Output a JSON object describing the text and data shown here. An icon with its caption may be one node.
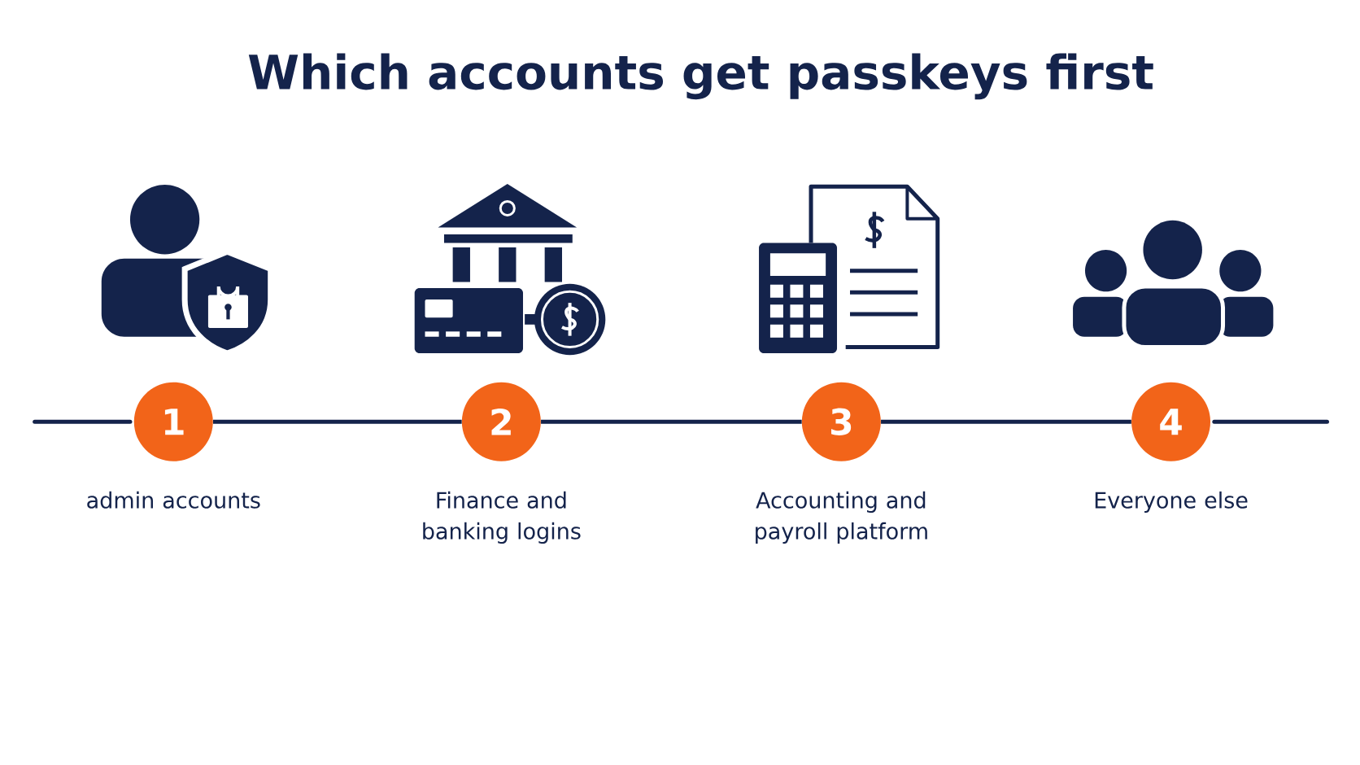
{
  "diagram": {
    "title": "Which accounts get passkeys first",
    "nodes": [
      {
        "text": [
          "1"
        ],
        "beside": [
          "admin accounts"
        ]
      },
      {
        "text": [
          "2"
        ],
        "beside": [
          "Finance and banking logins"
        ]
      },
      {
        "text": [
          "3"
        ],
        "beside": [
          "Accounting and payroll platform"
        ]
      },
      {
        "text": [
          "4"
        ],
        "beside": [
          "Everyone else"
        ]
      }
    ],
    "edges": [
      {
        "from": 0,
        "to": 1,
        "arrow": "none"
      },
      {
        "from": 1,
        "to": 2,
        "arrow": "none"
      },
      {
        "from": 2,
        "to": 3,
        "arrow": "none"
      }
    ]
  }
}
